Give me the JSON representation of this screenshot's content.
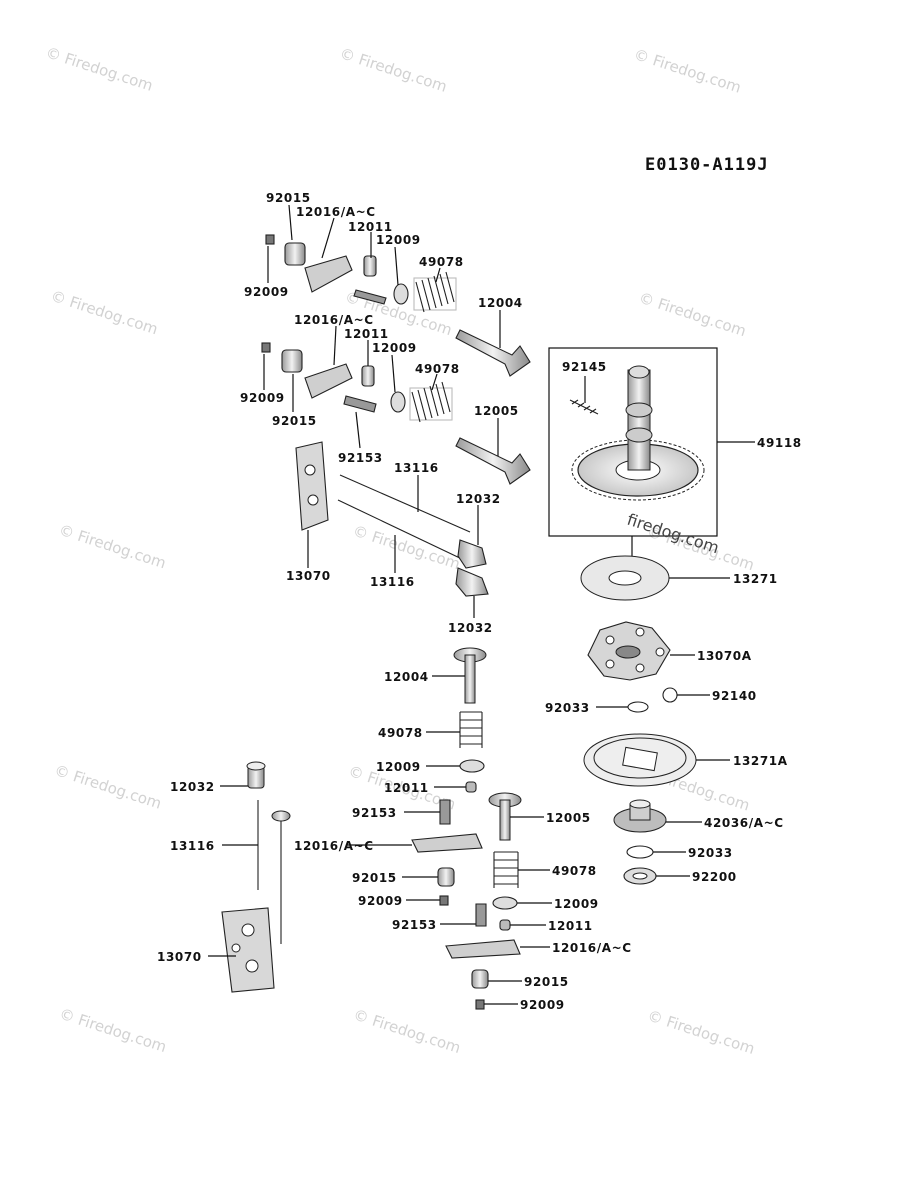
{
  "diagram_code": "E0130-A119J",
  "watermark": "© Firedog.com",
  "center_watermark": "firedog.com",
  "labels": {
    "l_92015_a": "92015",
    "l_12016_a": "12016/A~C",
    "l_12011_a": "12011",
    "l_12009_a": "12009",
    "l_49078_a": "49078",
    "l_92009_a": "92009",
    "l_12004_a": "12004",
    "l_12016_b": "12016/A~C",
    "l_12011_b": "12011",
    "l_12009_b": "12009",
    "l_49078_b": "49078",
    "l_92009_b": "92009",
    "l_92015_b": "92015",
    "l_12005_a": "12005",
    "l_92153_a": "92153",
    "l_13116_a": "13116",
    "l_12032_a": "12032",
    "l_13070_a": "13070",
    "l_13116_b": "13116",
    "l_12032_b": "12032",
    "l_92145": "92145",
    "l_49118": "49118",
    "l_13271": "13271",
    "l_13070A": "13070A",
    "l_92033_a": "92033",
    "l_92140": "92140",
    "l_13271A": "13271A",
    "l_42036": "42036/A~C",
    "l_92033_b": "92033",
    "l_92200": "92200",
    "l_12004_c": "12004",
    "l_49078_c": "49078",
    "l_12009_c": "12009",
    "l_12011_c": "12011",
    "l_92153_c": "92153",
    "l_12005_c": "12005",
    "l_12016_c": "12016/A~C",
    "l_92015_c": "92015",
    "l_92009_c": "92009",
    "l_49078_d": "49078",
    "l_12009_d": "12009",
    "l_92153_d": "92153",
    "l_12011_d": "12011",
    "l_12016_d": "12016/A~C",
    "l_92015_d": "92015",
    "l_92009_d": "92009",
    "l_12032_c": "12032",
    "l_13116_c": "13116",
    "l_13070_c": "13070"
  }
}
